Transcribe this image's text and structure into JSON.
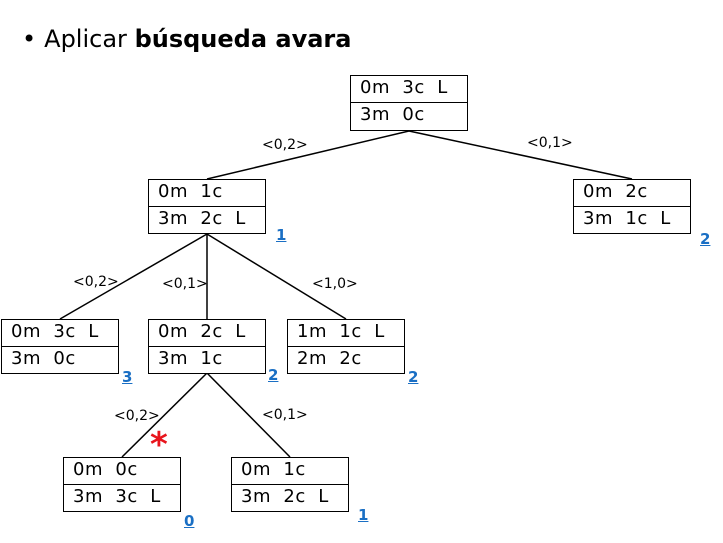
{
  "title": {
    "bullet": "•",
    "prefix": "Aplicar",
    "bold": "búsqueda avara"
  },
  "nodes": {
    "root": {
      "top": "0m  3c  L",
      "bottom": "3m  0c"
    },
    "n1": {
      "top": "0m  1c",
      "bottom": "3m  2c  L",
      "h": "1"
    },
    "n2": {
      "top": "0m  2c",
      "bottom": "3m  1c  L",
      "h": "2"
    },
    "n11": {
      "top": "0m  3c  L",
      "bottom": "3m  0c",
      "h": "3"
    },
    "n12": {
      "top": "0m  2c  L",
      "bottom": "3m  1c",
      "h": "2"
    },
    "n13": {
      "top": "1m  1c  L",
      "bottom": "2m  2c",
      "h": "2"
    },
    "n121": {
      "top": "0m  0c",
      "bottom": "3m  3c  L",
      "h": "0"
    },
    "n122": {
      "top": "0m  1c",
      "bottom": "3m  2c  L",
      "h": "1"
    }
  },
  "edges": {
    "root_n1": "<0,2>",
    "root_n2": "<0,1>",
    "n1_n11": "<0,2>",
    "n1_n12": "<0,1>",
    "n1_n13": "<1,0>",
    "n12_n121": "<0,2>",
    "n12_n122": "<0,1>"
  },
  "marker": "*",
  "colors": {
    "heuristic": "#1a6fc4",
    "marker": "#e8141c",
    "line": "#000000"
  }
}
